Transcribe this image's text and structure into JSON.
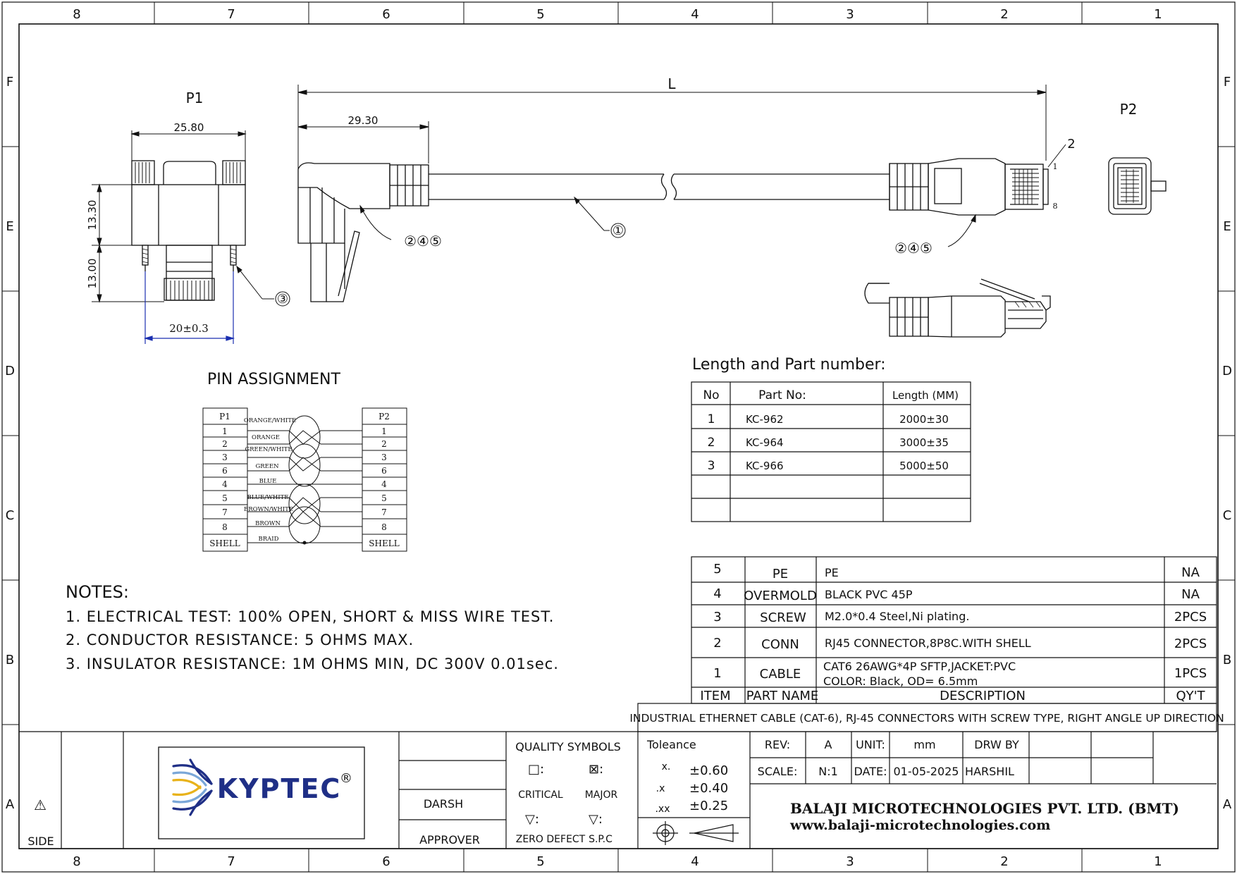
{
  "frame": {
    "columns": [
      "8",
      "7",
      "6",
      "5",
      "4",
      "3",
      "2",
      "1"
    ],
    "rows": [
      "F",
      "E",
      "D",
      "C",
      "B",
      "A"
    ]
  },
  "views": {
    "p1_label": "P1",
    "p2_label": "P2",
    "dims": {
      "width_p1": "25.80",
      "height_upper": "13.30",
      "height_lower": "13.00",
      "screw_spacing": "20±0.3",
      "overall_length": "L",
      "angle_head": "29.30"
    },
    "callouts": {
      "cable": "①",
      "screw": "③",
      "overmold_left": "②④⑤",
      "overmold_right": "②④⑤",
      "pin2_leader": "2",
      "pin1_mark": "1",
      "pin8_mark": "8"
    }
  },
  "pin_assignment": {
    "title": "PIN ASSIGNMENT",
    "p1_header": "P1",
    "p2_header": "P2",
    "rows": [
      {
        "p1": "1",
        "wire": "ORANGE/WHITE",
        "p2": "1"
      },
      {
        "p1": "2",
        "wire": "ORANGE",
        "p2": "2"
      },
      {
        "p1": "3",
        "wire": "GREEN/WHITE",
        "p2": "3"
      },
      {
        "p1": "6",
        "wire": "GREEN",
        "p2": "6"
      },
      {
        "p1": "4",
        "wire": "BLUE",
        "p2": "4"
      },
      {
        "p1": "5",
        "wire": "BLUE/WHITE",
        "p2": "5"
      },
      {
        "p1": "7",
        "wire": "BROWN/WHITE",
        "p2": "7"
      },
      {
        "p1": "8",
        "wire": "BROWN",
        "p2": "8"
      },
      {
        "p1": "SHELL",
        "wire": "BRAID",
        "p2": "SHELL"
      }
    ]
  },
  "length_table": {
    "title": "Length and Part number:",
    "headers": [
      "No",
      "Part No:",
      "Length (MM)"
    ],
    "rows": [
      [
        "1",
        "KC-962",
        "2000±30"
      ],
      [
        "2",
        "KC-964",
        "3000±35"
      ],
      [
        "3",
        "KC-966",
        "5000±50"
      ],
      [
        "",
        "",
        ""
      ],
      [
        "",
        "",
        ""
      ]
    ]
  },
  "notes": {
    "title": "NOTES:",
    "items": [
      "1. ELECTRICAL TEST: 100%  OPEN, SHORT & MISS WIRE TEST.",
      "2. CONDUCTOR RESISTANCE: 5 OHMS MAX.",
      "3. INSULATOR RESISTANCE: 1M OHMS MIN, DC 300V 0.01sec."
    ]
  },
  "bom": {
    "rows": [
      {
        "item": "5",
        "part": "PE",
        "desc": [
          "PE"
        ],
        "qty": "NA"
      },
      {
        "item": "4",
        "part": "OVERMOLD",
        "desc": [
          "BLACK PVC 45P"
        ],
        "qty": "NA"
      },
      {
        "item": "3",
        "part": "SCREW",
        "desc": [
          "M2.0*0.4 Steel,Ni plating."
        ],
        "qty": "2PCS"
      },
      {
        "item": "2",
        "part": "CONN",
        "desc": [
          "RJ45 CONNECTOR,8P8C.WITH SHELL"
        ],
        "qty": "2PCS"
      },
      {
        "item": "1",
        "part": "CABLE",
        "desc": [
          "CAT6 26AWG*4P SFTP,JACKET:PVC",
          "COLOR: Black, OD= 6.5mm"
        ],
        "qty": "1PCS"
      }
    ],
    "headers": {
      "item": "ITEM",
      "part": "PART NAME",
      "desc": "DESCRIPTION",
      "qty": "QY'T"
    },
    "product_title": "INDUSTRIAL ETHERNET CABLE (CAT-6), RJ-45 CONNECTORS WITH SCREW TYPE, RIGHT ANGLE UP DIRECTION"
  },
  "title_block": {
    "warning_symbol": "⚠",
    "side_label": "SIDE",
    "logo_text": "KYPTEC",
    "logo_reg": "®",
    "darsh": "DARSH",
    "approver": "APPROVER",
    "quality": {
      "title": "QUALITY SYMBOLS",
      "critical_symbol": "□:",
      "major_symbol": "⊠:",
      "critical": "CRITICAL",
      "major": "MAJOR",
      "zero_symbol": "▽:",
      "spc_symbol": "▽:",
      "zero_defect": "ZERO DEFECT",
      "spc": "S.P.C"
    },
    "tolerance": {
      "title": "Toleance",
      "rows": [
        {
          "k": "x.",
          "v": "±0.60"
        },
        {
          "k": ".x",
          "v": "±0.40"
        },
        {
          "k": ".xx",
          "v": "±0.25"
        }
      ]
    },
    "rev_label": "REV:",
    "rev": "A",
    "unit_label": "UNIT:",
    "unit": "mm",
    "drw_label": "DRW BY",
    "scale_label": "SCALE:",
    "scale": "N:1",
    "date_label": "DATE:",
    "date": "01-05-2025",
    "drawn_by": "HARSHIL",
    "company": "BALAJI MICROTECHNOLOGIES PVT. LTD. (BMT)",
    "website": "www.balaji-microtechnologies.com"
  },
  "colors": {
    "line": "#111111",
    "dim_blue": "#1a2fb0",
    "logo_blue": "#1f2f86",
    "logo_yellow": "#e8b21a",
    "logo_light": "#7aa7d8"
  }
}
